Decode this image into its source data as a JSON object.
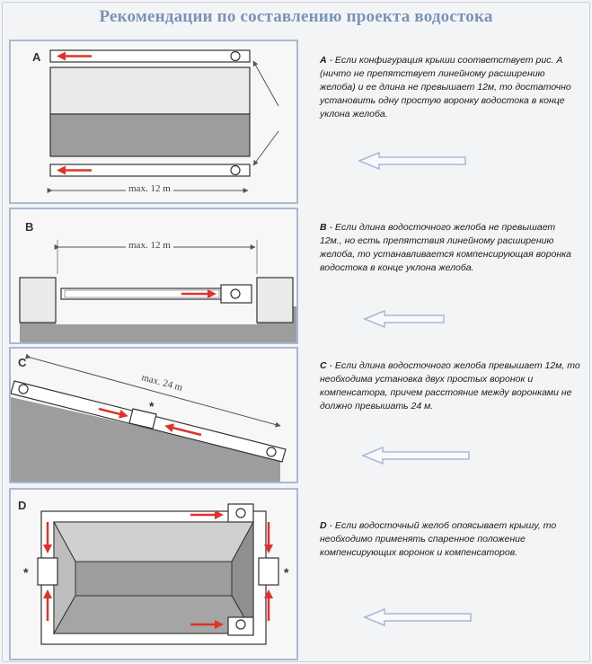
{
  "title": "Рекомендации по составлению проекта водостока",
  "colors": {
    "title": "#7a93b8",
    "panel_border": "#a9b9d4",
    "roof_gray": "#9a9a9a",
    "red_arrow": "#e0322a",
    "hint_arrow": "#a8b8d6"
  },
  "panels": [
    {
      "letter": "A",
      "dimension": "max. 12 m",
      "letter_text": "A",
      "text_rest": " - Если конфигурация крыши соответствует рис. А (ничто не препятствует линейному расширению желоба) и ее длина не превышает 12м, то достаточно установить одну простую воронку водостока в конце уклона желоба."
    },
    {
      "letter": "B",
      "dimension": "max. 12 m",
      "letter_text": "B",
      "text_rest": " - Если длина водосточного желоба не превышает 12м., но есть препятствия линейному расширению желоба, то устанавливается компенсирующая воронка водостока в конце уклона желоба."
    },
    {
      "letter": "C",
      "dimension": "max. 24 m",
      "marker": "*",
      "letter_text": "C",
      "text_rest": " - Если длина водосточного желоба превышает 12м, то необходима установка двух простых воронок и компенсатора, причем расстояние между воронками не должно превышать 24 м."
    },
    {
      "letter": "D",
      "marker": "*",
      "letter_text": "D",
      "text_rest": " - Если водосточный желоб опоясывает крышу, то необходимо применять спаренное положение компенсирующих воронок и компенсаторов."
    }
  ]
}
